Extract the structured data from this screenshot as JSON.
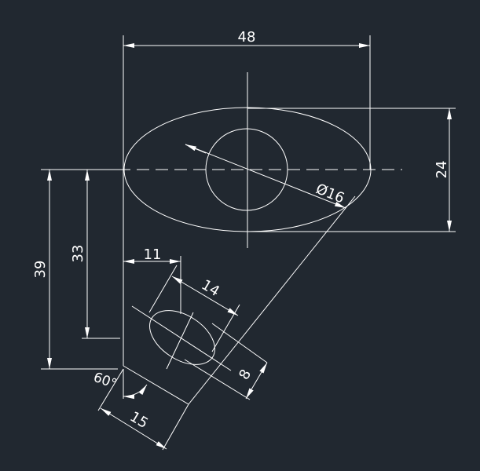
{
  "drawing": {
    "background": "#212830",
    "stroke": "#ffffff",
    "dimensions": {
      "overall_width": "48",
      "overall_height": "24",
      "hole_diameter": "Ø16",
      "offset_height": "39",
      "inner_height": "33",
      "boss_offset": "11",
      "slot_length": "14",
      "slot_width": "8",
      "base_length": "15",
      "angle": "60°"
    }
  }
}
